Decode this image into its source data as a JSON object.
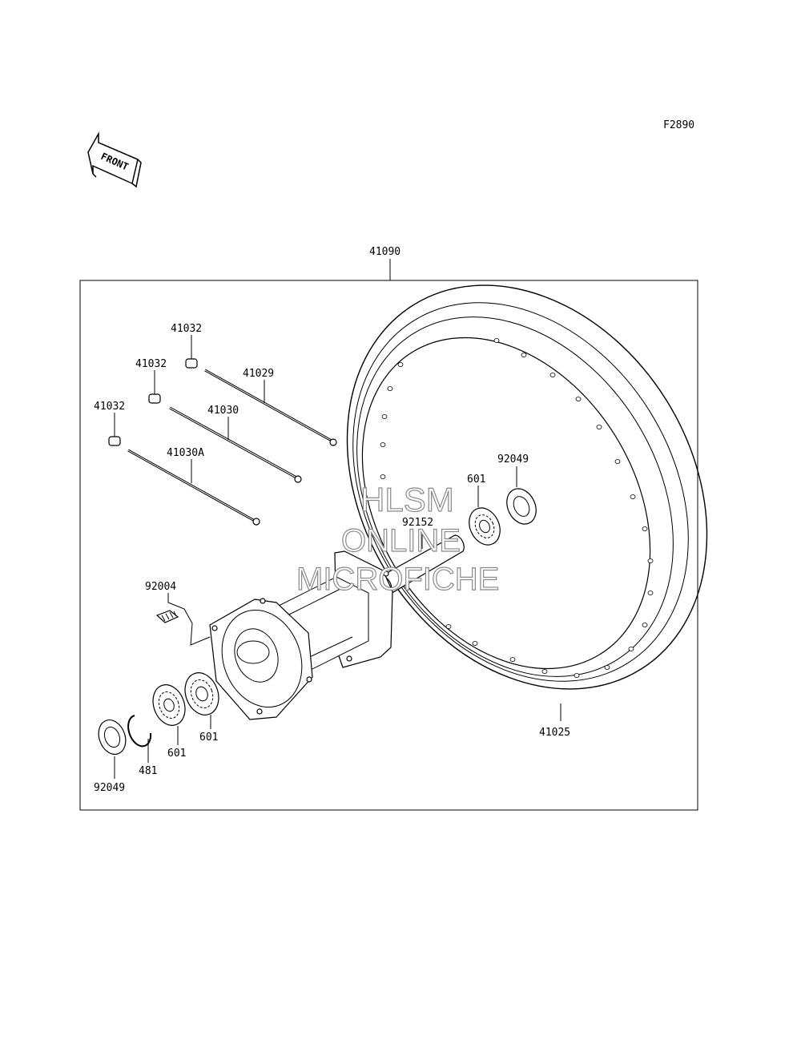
{
  "figure_code": "F2890",
  "front_label": "FRONT",
  "watermark": {
    "line1": "HLSM",
    "line2": "ONLINE",
    "line3": "MICROFICHE"
  },
  "parts": {
    "assembly": "41090",
    "nipple_a": "41032",
    "nipple_b": "41032",
    "nipple_c": "41032",
    "spoke_a": "41029",
    "spoke_b": "41030",
    "spoke_c": "41030A",
    "rim": "41025",
    "seal_right": "92049",
    "bearing_right": "601",
    "collar": "92152",
    "stud": "92004",
    "bearing_left_a": "601",
    "bearing_left_b": "601",
    "circlip": "481",
    "seal_left": "92049"
  }
}
